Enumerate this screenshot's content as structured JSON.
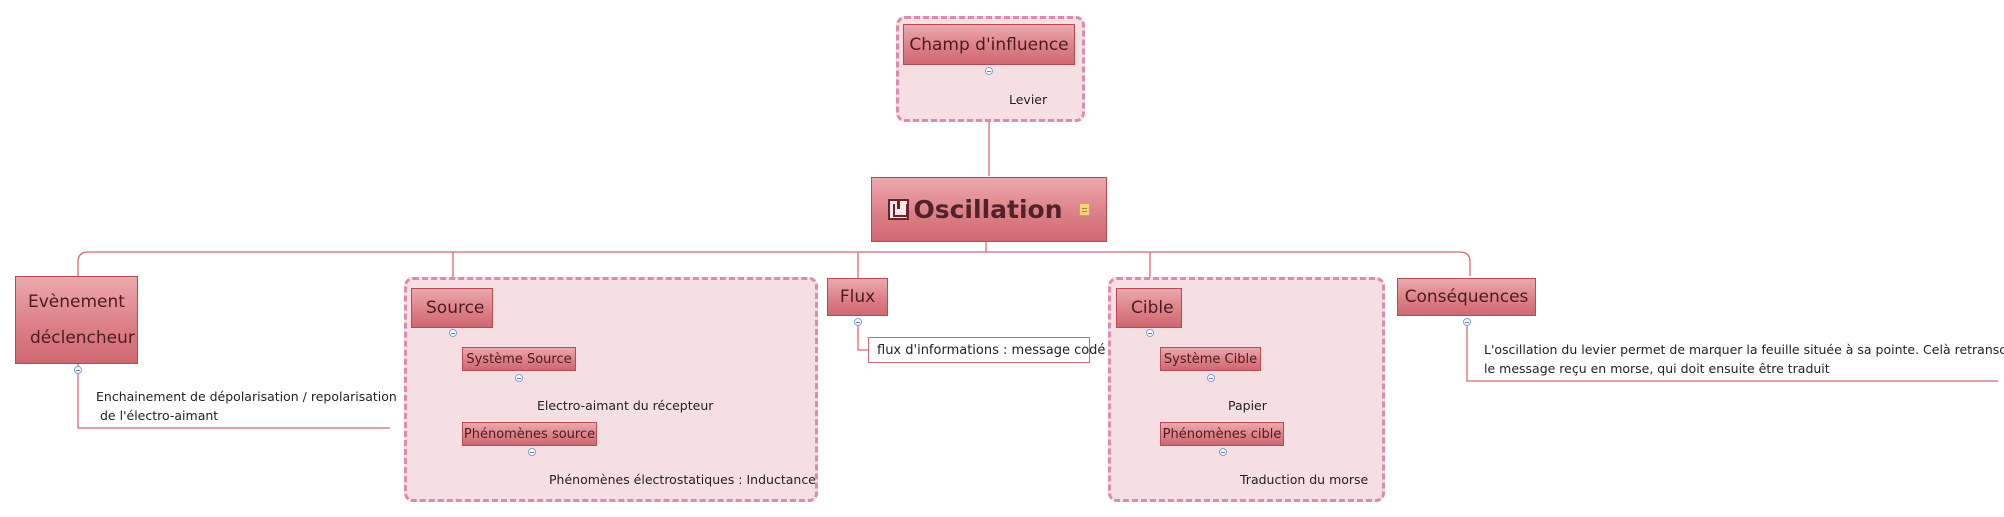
{
  "central": {
    "label": "Oscillation",
    "icon": "lock-icon",
    "note_icon": "note-icon"
  },
  "champ": {
    "label": "Champ d'influence",
    "children": [
      "Levier"
    ]
  },
  "evenement": {
    "line1": "Evènement",
    "line2": "déclencheur",
    "note_line1": "Enchainement de dépolarisation / repolarisation",
    "note_line2": "de l'électro-aimant"
  },
  "source": {
    "label": "Source",
    "children": [
      {
        "label": "Système Source",
        "note": "Electro-aimant du récepteur"
      },
      {
        "label": "Phénomènes source",
        "note": "Phénomènes électrostatiques : Inductance"
      }
    ]
  },
  "flux": {
    "label": "Flux",
    "child": "flux d'informations : message codé"
  },
  "cible": {
    "label": "Cible",
    "children": [
      {
        "label": "Système Cible",
        "note": "Papier"
      },
      {
        "label": "Phénomènes cible",
        "note": "Traduction du morse"
      }
    ]
  },
  "consequences": {
    "label": "Conséquences",
    "note_line1": "L'oscillation du levier permet de marquer la feuille située à sa pointe. Celà retranscrit",
    "note_line2": "le message reçu en morse, qui doit ensuite être traduit"
  },
  "colors": {
    "topic_fill": "#dd8088",
    "topic_border": "#b94a54",
    "connector": "#d86670",
    "boundary_fill": "#f6dfe2",
    "boundary_border": "#d98cb0"
  }
}
